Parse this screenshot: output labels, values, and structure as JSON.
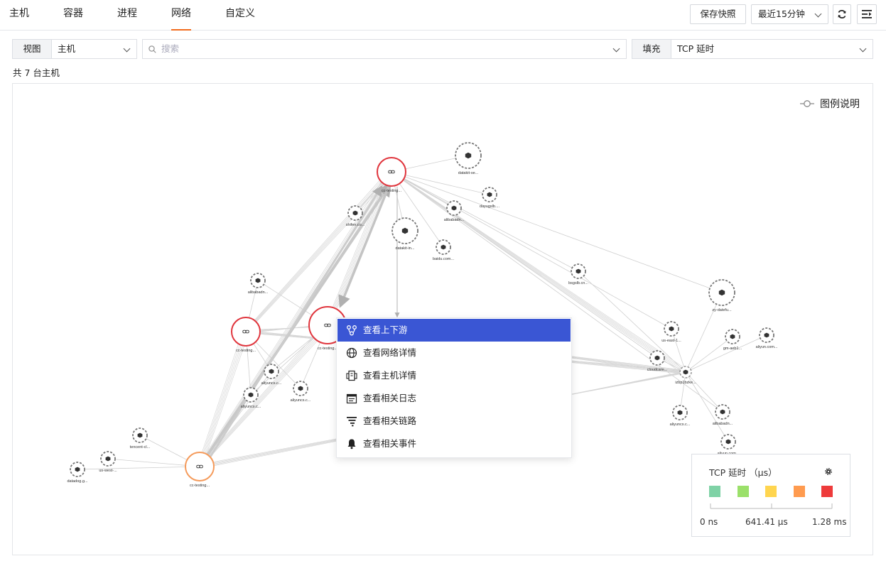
{
  "tabs": [
    {
      "label": "主机"
    },
    {
      "label": "容器"
    },
    {
      "label": "进程"
    },
    {
      "label": "网络",
      "active": true
    },
    {
      "label": "自定义"
    }
  ],
  "toolbar": {
    "save_snapshot": "保存快照",
    "time_range": "最近15分钟",
    "refresh_icon": "refresh-icon",
    "menu_icon": "collapse-menu-icon"
  },
  "filters": {
    "view_label": "视图",
    "view_value": "主机",
    "search_placeholder": "搜索",
    "fill_label": "填充",
    "fill_value": "TCP 延时"
  },
  "count_text": "共 7 台主机",
  "legend_toggle": "图例说明",
  "graph": {
    "hosts": [
      {
        "label": "cc-testing..."
      },
      {
        "label": "cc-testing..."
      },
      {
        "label": "cc-testing..."
      },
      {
        "label": "cc-testing..."
      },
      {
        "label": "izbp1bzke..."
      }
    ],
    "endpoints": [
      {
        "label": "datakit-se..."
      },
      {
        "label": "dayugslb...."
      },
      {
        "label": "alibabadn..."
      },
      {
        "label": "shifen.co..."
      },
      {
        "label": "datakit-in..."
      },
      {
        "label": "baidu.com..."
      },
      {
        "label": "bsgslb.cn..."
      },
      {
        "label": "alibabadn..."
      },
      {
        "label": "aliyuncs.c..."
      },
      {
        "label": "aliyuncs.c..."
      },
      {
        "label": "aliyuncs.c..."
      },
      {
        "label": "tencent-cl..."
      },
      {
        "label": "us-west-..."
      },
      {
        "label": "datadog.g..."
      },
      {
        "label": "zy-datefu..."
      },
      {
        "label": "us-east-1..."
      },
      {
        "label": "gm-aeb1..."
      },
      {
        "label": "aliyun.com..."
      },
      {
        "label": "cloudcare..."
      },
      {
        "label": "aliyuncs.c..."
      },
      {
        "label": "alibabadn..."
      },
      {
        "label": "aliyun.com..."
      }
    ]
  },
  "context_menu": [
    {
      "label": "查看上下游",
      "icon": "upstream-downstream-icon",
      "active": true
    },
    {
      "label": "查看网络详情",
      "icon": "globe-icon"
    },
    {
      "label": "查看主机详情",
      "icon": "host-icon"
    },
    {
      "label": "查看相关日志",
      "icon": "log-icon"
    },
    {
      "label": "查看相关链路",
      "icon": "trace-icon"
    },
    {
      "label": "查看相关事件",
      "icon": "bell-icon"
    }
  ],
  "legend": {
    "title": "TCP 延时 （μs）",
    "settings_icon": "gear-icon",
    "colors": [
      "#7fd2a6",
      "#9be06a",
      "#ffd54f",
      "#ff9b4f",
      "#ee3b3b"
    ],
    "ticks": [
      "0 ns",
      "641.41 μs",
      "1.28 ms"
    ]
  },
  "colors": {
    "accent": "#f26b1d",
    "menu_active": "#3a56d4",
    "host_red": "#e0353d",
    "host_orange": "#f59a5a"
  }
}
